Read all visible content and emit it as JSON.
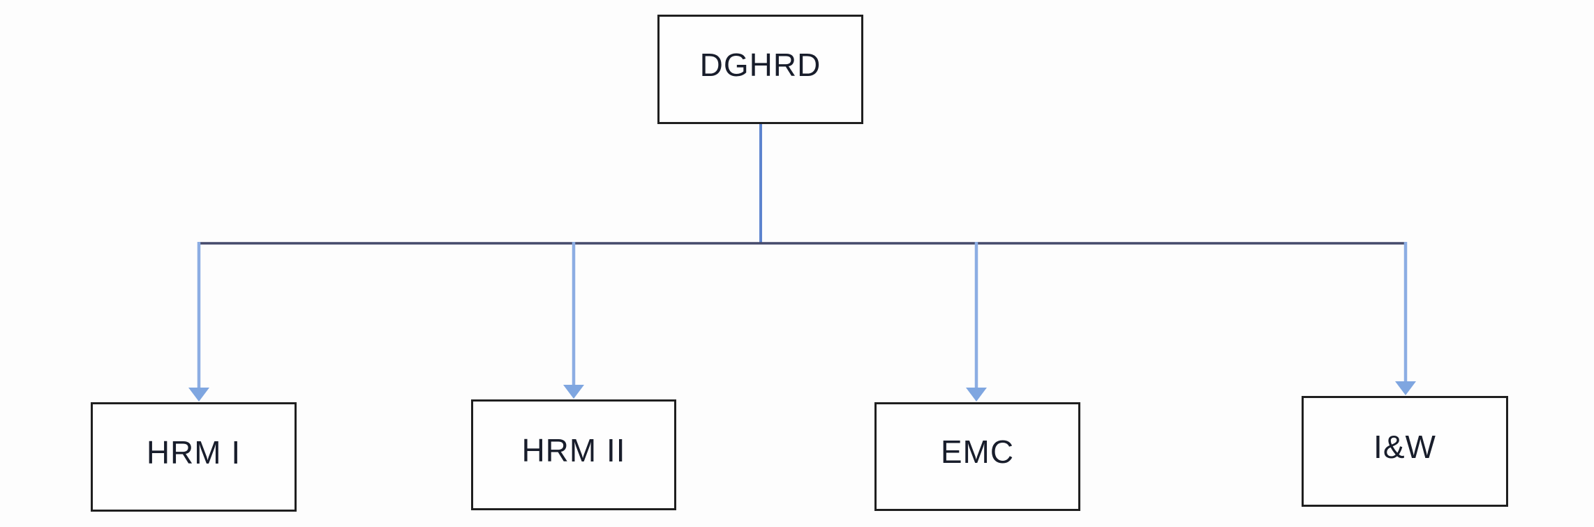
{
  "diagram": {
    "type": "org-chart",
    "root": {
      "id": "dghrd",
      "label": "DGHRD"
    },
    "children": [
      {
        "id": "hrm1",
        "label": "HRM I"
      },
      {
        "id": "hrm2",
        "label": "HRM II"
      },
      {
        "id": "emc",
        "label": "EMC"
      },
      {
        "id": "iw",
        "label": "I&W"
      }
    ],
    "colors": {
      "background": "#fdfdfd",
      "box_fill": "#fefefe",
      "box_border": "#1f1f1f",
      "label_text": "#181d2b",
      "trunk_line": "#5d84ce",
      "bus_line": "#454a6b",
      "arrow_line": "#8cade3",
      "arrow_head": "#7fa6e0"
    }
  }
}
